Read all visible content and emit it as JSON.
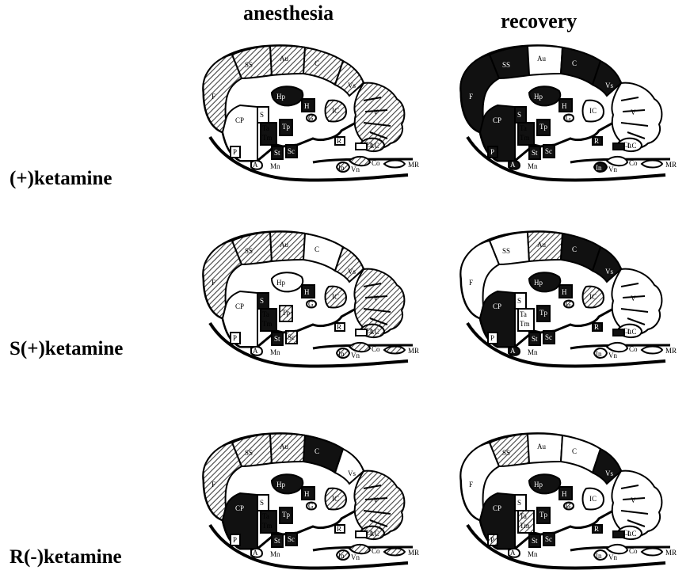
{
  "column_headers": [
    "anesthesia",
    "recovery"
  ],
  "row_labels": [
    "(+)ketamine",
    "S(+)ketamine",
    "R(-)ketamine"
  ],
  "legend_note": "",
  "region_labels": {
    "F": "F",
    "SS": "SS",
    "Au": "Au",
    "C": "C",
    "Vs": "Vs",
    "V": "V",
    "CP": "CP",
    "S": "S",
    "Hp": "Hp",
    "H": "H",
    "G": "G",
    "IC": "IC",
    "Cn": "Cn",
    "Ta": "Ta",
    "Tm": "Tm",
    "Tp": "Tp",
    "P": "P",
    "St": "St",
    "Sc": "Sc",
    "R": "R",
    "LC": "LC",
    "A": "A",
    "Mn": "Mn",
    "In": "In",
    "Vn": "Vn",
    "Co": "Co",
    "MR": "MR"
  },
  "fill_legend": {
    "dark": "#111111",
    "hatched": "hatch",
    "white": "#ffffff"
  },
  "panels": [
    {
      "row": "(+)ketamine",
      "column": "anesthesia",
      "fills": {
        "F": "hatched",
        "SS": "hatched",
        "Au": "hatched",
        "C": "hatched",
        "Vs": "hatched",
        "V": "hatched",
        "CP": "white",
        "S": "white",
        "Hp": "dark",
        "H": "dark",
        "G": "hatched",
        "IC": "hatched",
        "Cn": "hatched",
        "Tp": "dark",
        "TaTm": "dark",
        "St": "dark",
        "Sc": "dark",
        "P": "white",
        "A": "white",
        "Co": "hatched",
        "MR": "white",
        "LC": "white",
        "R": "white",
        "In": "hatched"
      }
    },
    {
      "row": "(+)ketamine",
      "column": "recovery",
      "fills": {
        "F": "dark",
        "SS": "dark",
        "Au": "white",
        "C": "dark",
        "Vs": "dark",
        "V": "white",
        "CP": "dark",
        "S": "dark",
        "Hp": "dark",
        "H": "dark",
        "G": "white",
        "IC": "white",
        "Cn": "white",
        "Tp": "dark",
        "TaTm": "dark",
        "St": "dark",
        "Sc": "dark",
        "P": "dark",
        "A": "dark",
        "Co": "white",
        "MR": "white",
        "LC": "dark",
        "R": "dark",
        "In": "dark"
      }
    },
    {
      "row": "S(+)ketamine",
      "column": "anesthesia",
      "fills": {
        "F": "hatched",
        "SS": "hatched",
        "Au": "hatched",
        "C": "white",
        "Vs": "hatched",
        "V": "hatched",
        "CP": "white",
        "S": "dark",
        "Hp": "white",
        "H": "dark",
        "G": "white",
        "IC": "hatched",
        "Cn": "hatched",
        "Tp": "hatched",
        "TaTm": "dark",
        "St": "dark",
        "Sc": "hatched",
        "P": "white",
        "A": "white",
        "Co": "hatched",
        "MR": "hatched",
        "LC": "white",
        "R": "white",
        "In": "hatched"
      }
    },
    {
      "row": "S(+)ketamine",
      "column": "recovery",
      "fills": {
        "F": "white",
        "SS": "white",
        "Au": "hatched",
        "C": "dark",
        "Vs": "dark",
        "V": "white",
        "CP": "dark",
        "S": "white",
        "Hp": "dark",
        "H": "dark",
        "G": "hatched",
        "IC": "hatched",
        "Cn": "white",
        "Tp": "dark",
        "TaTm": "white",
        "St": "dark",
        "Sc": "dark",
        "P": "white",
        "A": "dark",
        "Co": "white",
        "MR": "white",
        "LC": "dark",
        "R": "dark",
        "In": "white"
      }
    },
    {
      "row": "R(-)ketamine",
      "column": "anesthesia",
      "fills": {
        "F": "hatched",
        "SS": "hatched",
        "Au": "hatched",
        "C": "dark",
        "Vs": "white",
        "V": "hatched",
        "CP": "dark",
        "S": "white",
        "Hp": "dark",
        "H": "dark",
        "G": "white",
        "IC": "hatched",
        "Cn": "hatched",
        "Tp": "dark",
        "TaTm": "dark",
        "St": "dark",
        "Sc": "dark",
        "P": "white",
        "A": "white",
        "Co": "hatched",
        "MR": "hatched",
        "LC": "white",
        "R": "white",
        "In": "hatched"
      }
    },
    {
      "row": "R(-)ketamine",
      "column": "recovery",
      "fills": {
        "F": "white",
        "SS": "hatched",
        "Au": "white",
        "C": "white",
        "Vs": "dark",
        "V": "white",
        "CP": "dark",
        "S": "white",
        "Hp": "dark",
        "H": "dark",
        "G": "hatched",
        "IC": "white",
        "Cn": "white",
        "Tp": "dark",
        "TaTm": "hatched",
        "St": "dark",
        "Sc": "dark",
        "P": "hatched",
        "A": "white",
        "Co": "white",
        "MR": "white",
        "LC": "dark",
        "R": "dark",
        "In": "white"
      }
    }
  ]
}
